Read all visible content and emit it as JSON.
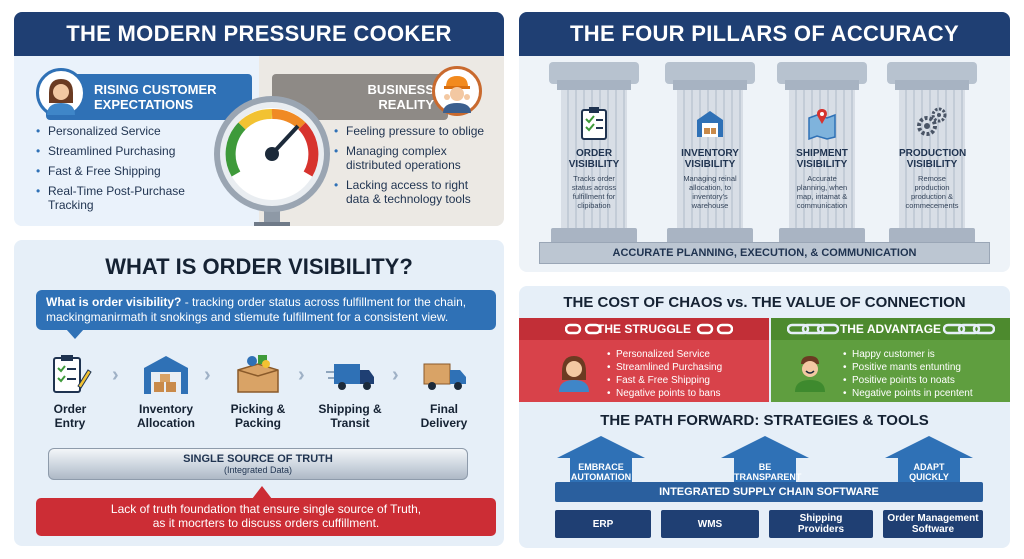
{
  "pressure": {
    "title": "THE MODERN PRESSURE COOKER",
    "left_tag": "RISING CUSTOMER\nEXPECTATIONS",
    "right_tag": "BUSINESS\nREALITY",
    "left_items": [
      "Personalized Service",
      "Streamlined Purchasing",
      "Fast & Free Shipping",
      "Real-Time Post-Purchase Tracking"
    ],
    "right_items": [
      "Feeling pressure to oblige",
      "Managing complex distributed operations",
      "Lacking access to right data & technology tools"
    ]
  },
  "pillars": {
    "title": "THE FOUR PILLARS OF ACCURACY",
    "items": [
      {
        "title": "ORDER VISIBILITY",
        "desc": "Tracks order status across fulfillment for clipibation",
        "icon": "clipboard-icon"
      },
      {
        "title": "INVENTORY VISIBILITY",
        "desc": "Managing reinal allocation, to inventory's warehouse",
        "icon": "warehouse-icon"
      },
      {
        "title": "SHIPMENT VISIBILITY",
        "desc": "Accurate planning, when map, intamat & communication",
        "icon": "map-pin-icon"
      },
      {
        "title": "PRODUCTION VISIBILITY",
        "desc": "Remose production production & commecements",
        "icon": "gears-icon"
      }
    ],
    "foundation": "ACCURATE PLANNING, EXECUTION, & COMMUNICATION"
  },
  "visibility": {
    "title": "WHAT IS ORDER VISIBILITY?",
    "definition_bold": "What is order visibility?",
    "definition_rest": " - tracking order status across fulfillment for the chain, mackingmanirmath it snokings and stiemute fulfillment for a consistent view.",
    "steps": [
      {
        "label": "Order\nEntry",
        "icon": "clipboard-pencil-icon"
      },
      {
        "label": "Inventory\nAllocation",
        "icon": "warehouse-icon"
      },
      {
        "label": "Picking &\nPacking",
        "icon": "box-icon"
      },
      {
        "label": "Shipping &\nTransit",
        "icon": "truck-icon"
      },
      {
        "label": "Final\nDelivery",
        "icon": "delivery-truck-icon"
      }
    ],
    "pipe_title": "SINGLE SOURCE OF TRUTH",
    "pipe_sub": "(Integrated Data)",
    "red_line1": "Lack of truth foundation that ensure single source of Truth,",
    "red_line2": "as it mocrters to discuss orders cuffillment."
  },
  "chaos": {
    "title": "THE COST OF CHAOS vs. THE VALUE OF CONNECTION",
    "struggle_title": "THE STRUGGLE",
    "struggle_items": [
      "Personalized Service",
      "Streamlined Purchasing",
      "Fast & Free Shipping",
      "Negative points to bans"
    ],
    "advantage_title": "THE ADVANTAGE",
    "advantage_items": [
      "Happy customer is",
      "Positive mants entunting",
      "Positive points to noats",
      "Negative points in pcentent"
    ],
    "path_title": "THE PATH FORWARD: STRATEGIES & TOOLS",
    "arrows": [
      "EMBRACE\nAUTOMATION",
      "BE\nTRANSPARENT",
      "ADAPT\nQUICKLY"
    ],
    "software": "INTEGRATED SUPPLY CHAIN SOFTWARE",
    "tools": [
      "ERP",
      "WMS",
      "Shipping\nProviders",
      "Order Management\nSoftware"
    ]
  },
  "colors": {
    "navy": "#1f3f73",
    "blue": "#2f71b6",
    "red": "#cc2d35",
    "green": "#5f9e3f"
  }
}
